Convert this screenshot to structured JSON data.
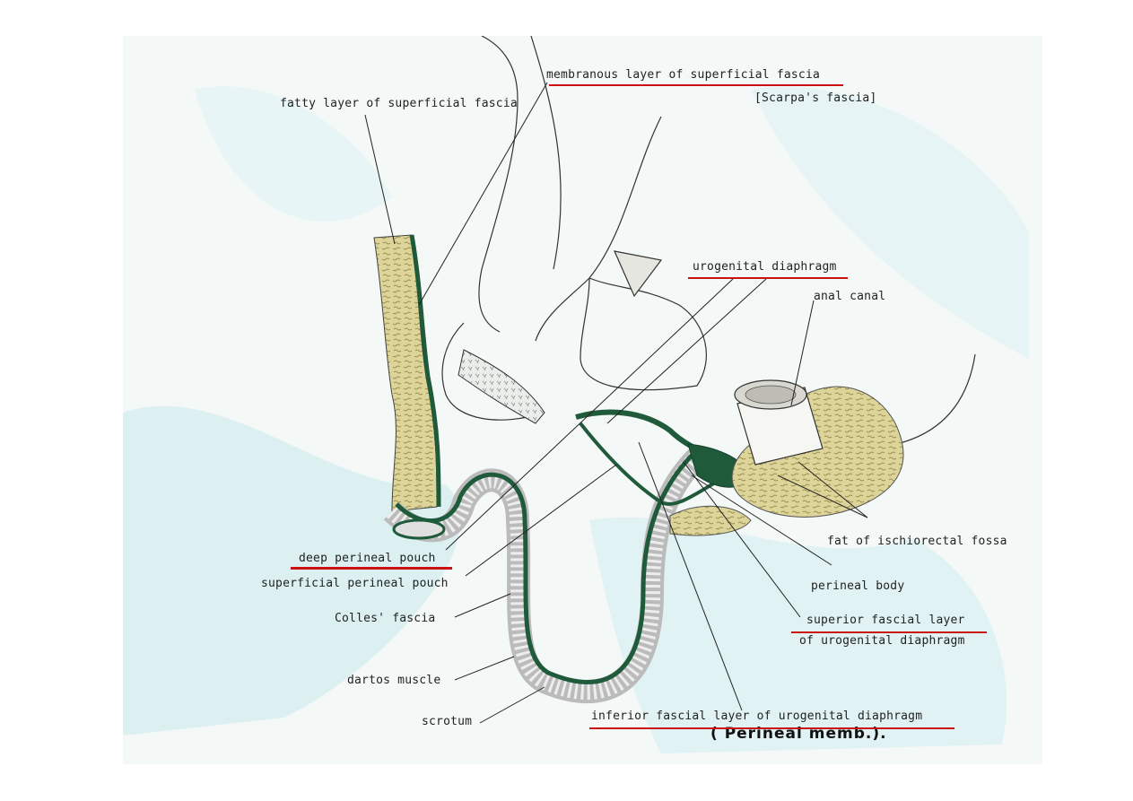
{
  "colors": {
    "background": "#ffffff",
    "paper": "#f4f8f7",
    "wash": "#bfe6ea",
    "fat": "#ddd49a",
    "fascia_green": "#1f5a3a",
    "ink": "#222222",
    "underline": "#cc1111"
  },
  "labels": {
    "membranous_layer": "membranous layer of superficial fascia",
    "scarpas_fascia": "[Scarpa's fascia]",
    "fatty_layer": "fatty layer of superficial fascia",
    "urogenital_diaphragm": "urogenital diaphragm",
    "anal_canal": "anal canal",
    "fat_ischiorectal": "fat of ischiorectal fossa",
    "deep_perineal_pouch": "deep perineal pouch",
    "superficial_perineal_pouch": "superficial perineal pouch",
    "perineal_body": "perineal body",
    "colles_fascia": "Colles' fascia",
    "superior_fascial_layer_1": "superior fascial layer",
    "superior_fascial_layer_2": "of urogenital diaphragm",
    "dartos_muscle": "dartos muscle",
    "scrotum": "scrotum",
    "inferior_fascial_layer": "inferior fascial layer of urogenital diaphragm",
    "perineal_memb_handwritten": "( Perineal memb.)."
  }
}
